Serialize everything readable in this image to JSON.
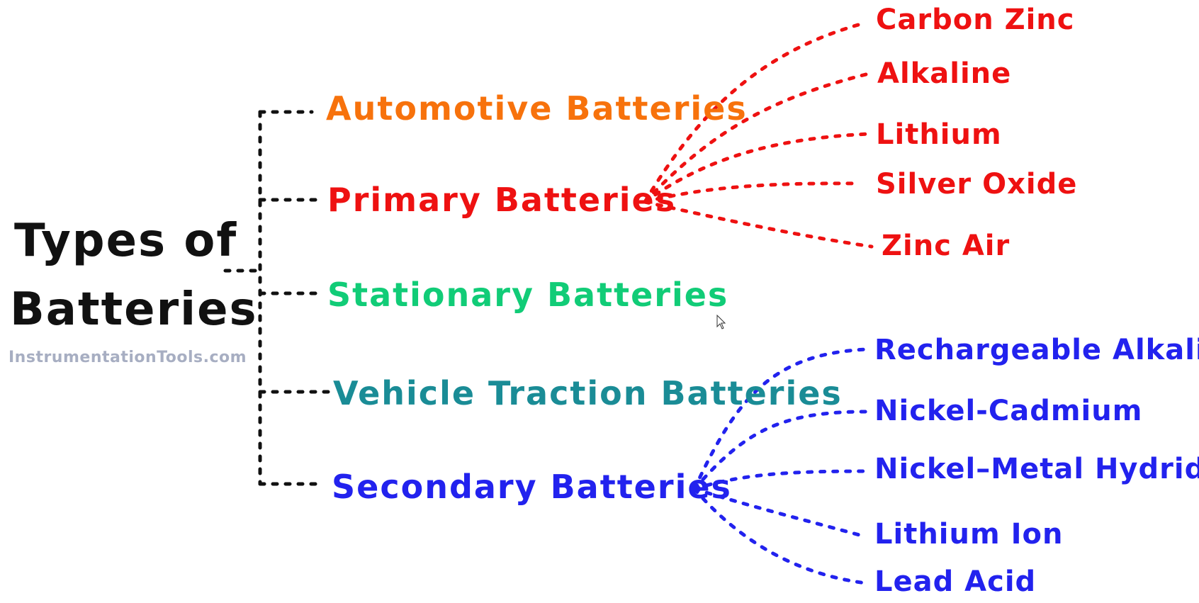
{
  "diagram": {
    "root": {
      "line1": "Types of",
      "line2": "Batteries"
    },
    "watermark": "InstrumentationTools.com",
    "categories": [
      {
        "label": "Automotive Batteries",
        "color": "#f7720c"
      },
      {
        "label": "Primary Batteries",
        "color": "#ee1111"
      },
      {
        "label": "Stationary Batteries",
        "color": "#11cc77"
      },
      {
        "label": "Vehicle Traction Batteries",
        "color": "#1a8c96"
      },
      {
        "label": "Secondary Batteries",
        "color": "#2222ee"
      }
    ],
    "primary_types": [
      "Carbon Zinc",
      "Alkaline",
      "Lithium",
      "Silver Oxide",
      "Zinc Air"
    ],
    "secondary_types": [
      "Rechargeable Alkaline",
      "Nickel-Cadmium",
      "Nickel–Metal Hydride",
      "Lithium Ion",
      "Lead Acid"
    ],
    "colors": {
      "root": "#111111",
      "connector": "#111111",
      "primary": "#ee1111",
      "secondary": "#2222ee",
      "watermark": "#a7aec2"
    }
  }
}
